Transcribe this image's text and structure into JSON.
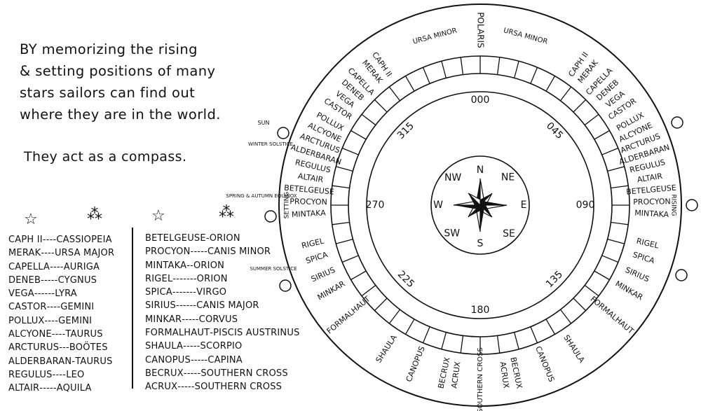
{
  "intro": {
    "line1": "BY memorizing the rising",
    "line2": "& setting positions of many",
    "line3": "stars sailors can find out",
    "line4": "where they are in the world.",
    "compass_note": "They act as a compass."
  },
  "symbols": {
    "single_star": "☆",
    "constellation": "⁂"
  },
  "table_left": [
    {
      "star": "CAPH II",
      "sep": "----",
      "constellation": "CASSIOPEIA"
    },
    {
      "star": "MERAK",
      "sep": "----",
      "constellation": "URSA MAJOR"
    },
    {
      "star": "CAPELLA",
      "sep": "----",
      "constellation": "AURIGA"
    },
    {
      "star": "DENEB",
      "sep": "-----",
      "constellation": "CYGNUS"
    },
    {
      "star": "VEGA",
      "sep": "------",
      "constellation": "LYRA"
    },
    {
      "star": "CASTOR",
      "sep": "----",
      "constellation": "GEMINI"
    },
    {
      "star": "POLLUX",
      "sep": "----",
      "constellation": "GEMINI"
    },
    {
      "star": "ALCYONE",
      "sep": "----",
      "constellation": "TAURUS"
    },
    {
      "star": "ARCTURUS",
      "sep": "---",
      "constellation": "BOÖTES"
    },
    {
      "star": "ALDERBARAN",
      "sep": "-",
      "constellation": "TAURUS"
    },
    {
      "star": "REGULUS",
      "sep": "----",
      "constellation": "LEO"
    },
    {
      "star": "ALTAIR",
      "sep": "-----",
      "constellation": "AQUILA"
    }
  ],
  "table_right": [
    {
      "star": "BETELGEUSE",
      "sep": "-",
      "constellation": "ORION"
    },
    {
      "star": "PROCYON",
      "sep": "-----",
      "constellation": "CANIS MINOR"
    },
    {
      "star": "MINTAKA",
      "sep": "--",
      "constellation": "ORION"
    },
    {
      "star": "RIGEL",
      "sep": "-------",
      "constellation": "ORION"
    },
    {
      "star": "SPICA",
      "sep": "-------",
      "constellation": "VIRGO"
    },
    {
      "star": "SIRIUS",
      "sep": "------",
      "constellation": "CANIS MAJOR"
    },
    {
      "star": "MINKAR",
      "sep": "-----",
      "constellation": "CORVUS"
    },
    {
      "star": "FORMALHAUT",
      "sep": "-",
      "constellation": "PISCIS AUSTRINUS"
    },
    {
      "star": "SHAULA",
      "sep": "-----",
      "constellation": "SCORPIO"
    },
    {
      "star": "CANOPUS",
      "sep": "-----",
      "constellation": "CAPINA"
    },
    {
      "star": "BECRUX",
      "sep": "-----",
      "constellation": "SOUTHERN CROSS"
    },
    {
      "star": "ACRUX",
      "sep": "-----",
      "constellation": "SOUTHERN CROSS"
    }
  ],
  "compass": {
    "cardinals": {
      "n": "N",
      "ne": "NE",
      "e": "E",
      "se": "SE",
      "s": "S",
      "sw": "SW",
      "w": "W",
      "nw": "NW"
    },
    "degrees": {
      "d000": "000",
      "d045": "045",
      "d090": "090",
      "d135": "135",
      "d180": "180",
      "d225": "225",
      "d270": "270",
      "d315": "315"
    }
  },
  "outer_ring": {
    "top": [
      "URSA MINOR",
      "POLARIS",
      "URSA MINOR"
    ],
    "left_upper": [
      "CAPH II",
      "MERAK",
      "CAPELLA",
      "DENEB",
      "VEGA",
      "CASTOR",
      "POLLUX",
      "ALCYONE",
      "ARCTURUS",
      "ALDERBARAN",
      "REGULUS",
      "ALTAIR",
      "BETELGEUSE",
      "PROCYON",
      "MINTAKA"
    ],
    "right_upper": [
      "CAPH II",
      "MERAK",
      "CAPELLA",
      "DENEB",
      "VEGA",
      "CASTOR",
      "POLLUX",
      "ALCYONE",
      "ARCTURUS",
      "ALDERBARAN",
      "REGULUS",
      "ALTAIR",
      "BETELGEUSE",
      "PROCYON",
      "MINTAKA"
    ],
    "left_lower": [
      "RIGEL",
      "SPICA",
      "SIRIUS",
      "MINKAR",
      "FORMALHAUT",
      "SHAULA",
      "CANOPUS",
      "BECRUX",
      "ACRUX"
    ],
    "right_lower": [
      "RIGEL",
      "SPICA",
      "SIRIUS",
      "MINKAR",
      "FORMALHAUT",
      "SHAULA",
      "CANOPUS",
      "BECRUX",
      "ACRUX"
    ],
    "bottom": "SOUTHERN CROSS",
    "setting": "SETTING",
    "rising": "RISING"
  },
  "sun_markers": {
    "sun": "SUN",
    "winter": "WINTER SOLSTICE",
    "spring": "SPRING & AUTUMN EQUINOX",
    "summer": "SUMMER SOLSTICE"
  }
}
